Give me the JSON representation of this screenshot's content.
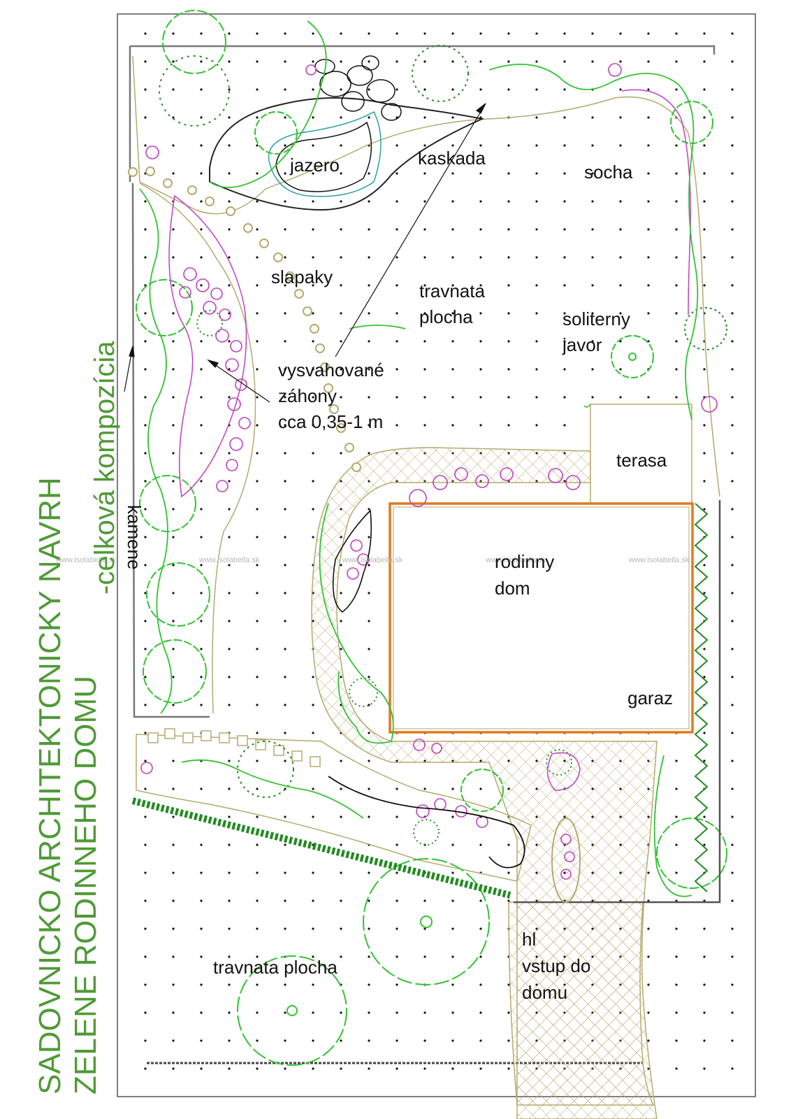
{
  "title": {
    "line1": "SADOVNICKO ARCHITEKTONICKY NAVRH",
    "line2": "ZELENE RODINNEHO DOMU",
    "line3": "-celková kompozícia"
  },
  "labels": {
    "jazero": "jazero",
    "kaskada": "kaskada",
    "socha": "socha",
    "slapaky": "slapaky",
    "travnata_1": "travnata",
    "travnata_2": "plocha",
    "soliterny_1": "soliterny",
    "soliterny_2": "javor",
    "zahony_1": "vysvahované",
    "zahony_2": "záhony",
    "zahony_3": "cca 0,35-1 m",
    "kamene": "kamene",
    "terasa": "terasa",
    "dom_1": "rodinny",
    "dom_2": "dom",
    "garaz": "garaz",
    "travnata_bottom": "travnata plocha",
    "vstup_1": "hl",
    "vstup_2": "vstup do",
    "vstup_3": "domu"
  },
  "watermark": "www.isolabella.sk",
  "colors": {
    "title": "#4f9a36",
    "plant_green": "#33c233",
    "plant_dark": "#228b22",
    "perennial_magenta": "#c040c0",
    "paving": "#b5aa6e",
    "house_outline": "#e07a1f",
    "water_line": "#2aa3a3"
  }
}
